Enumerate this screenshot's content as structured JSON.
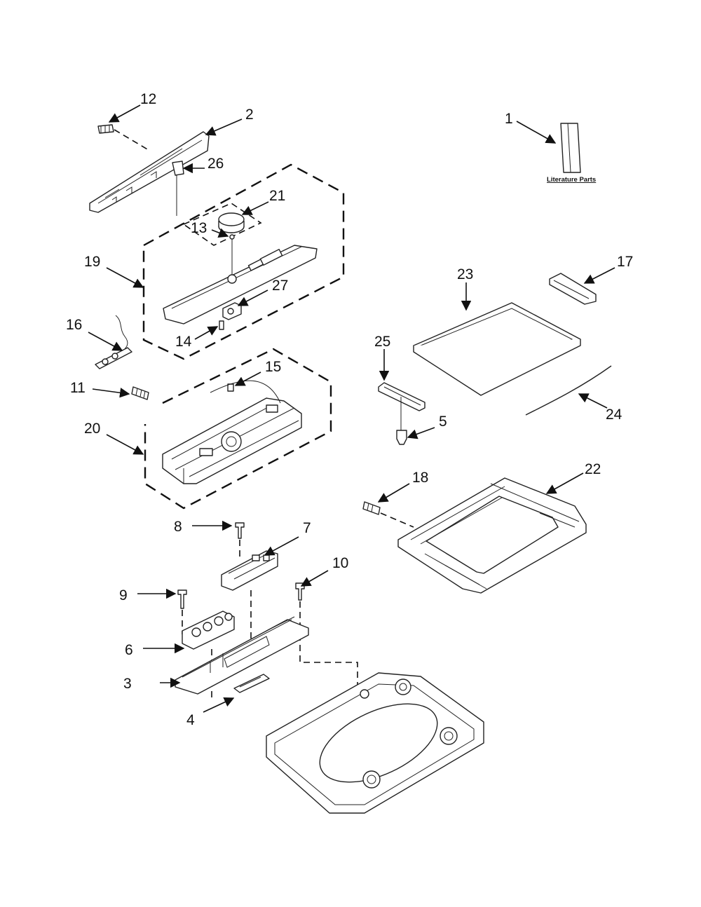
{
  "literature_label": "Literature Parts",
  "callouts": {
    "c1": "1",
    "c2": "2",
    "c3": "3",
    "c4": "4",
    "c5": "5",
    "c6": "6",
    "c7": "7",
    "c8": "8",
    "c9": "9",
    "c10": "10",
    "c11": "11",
    "c12": "12",
    "c13": "13",
    "c14": "14",
    "c15": "15",
    "c16": "16",
    "c17": "17",
    "c18": "18",
    "c19": "19",
    "c20": "20",
    "c21": "21",
    "c22": "22",
    "c23": "23",
    "c24": "24",
    "c25": "25",
    "c26": "26",
    "c27": "27"
  }
}
